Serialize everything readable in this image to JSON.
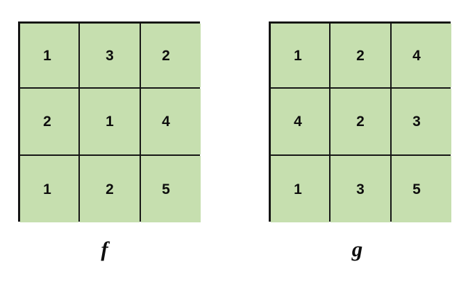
{
  "diagram": {
    "type": "two-matrices",
    "background_color": "#ffffff",
    "cell_fill_color": "#c6dfaf",
    "grid_line_color": "#141414",
    "text_color": "#0e0e0e",
    "matrices": [
      {
        "label": "f",
        "rows": 3,
        "cols": 3,
        "values": [
          [
            "1",
            "3",
            "2"
          ],
          [
            "2",
            "1",
            "4"
          ],
          [
            "1",
            "2",
            "5"
          ]
        ]
      },
      {
        "label": "g",
        "rows": 3,
        "cols": 3,
        "values": [
          [
            "1",
            "2",
            "4"
          ],
          [
            "4",
            "2",
            "3"
          ],
          [
            "1",
            "3",
            "5"
          ]
        ]
      }
    ]
  }
}
